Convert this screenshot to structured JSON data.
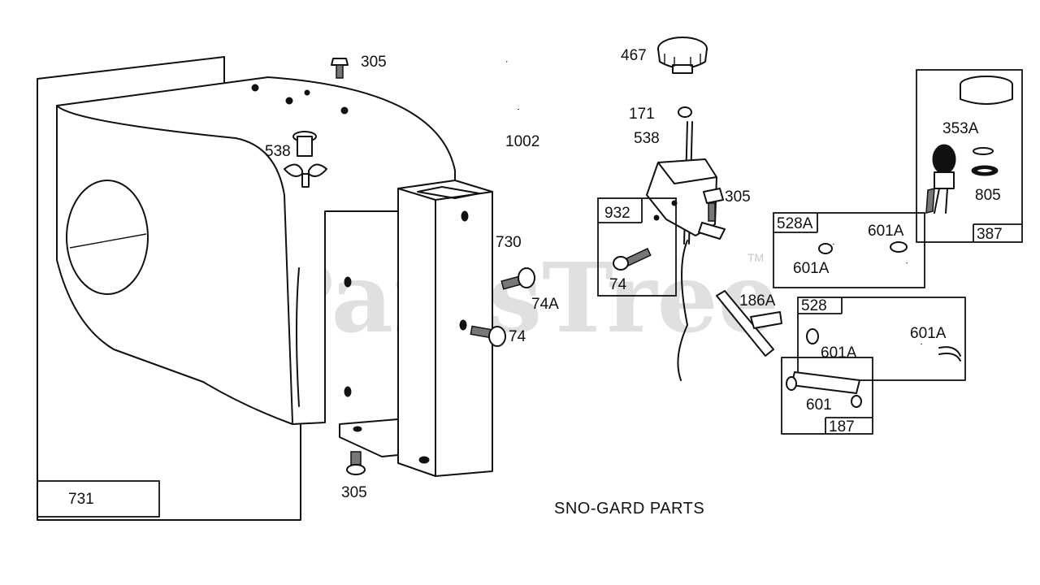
{
  "diagram": {
    "title": "SNO-GARD PARTS",
    "watermark": "PartsTree",
    "watermark_tm": "TM",
    "callouts": {
      "c305_top": "305",
      "c1002": "1002",
      "c467": "467",
      "c171": "171",
      "c538_right": "538",
      "c538_left": "538",
      "c305_mid": "305",
      "c730": "730",
      "c74A": "74A",
      "c74_bracket": "74",
      "c74_in_box": "74",
      "c305_bottom": "305",
      "c186A": "186A",
      "c353A": "353A",
      "c805": "805",
      "c601A_a": "601A",
      "c601A_b": "601A",
      "c601A_c": "601A",
      "c601A_d": "601A",
      "c601": "601"
    },
    "kit_boxes": {
      "k731": "731",
      "k932": "932",
      "k528A": "528A",
      "k387": "387",
      "k528": "528",
      "k187": "187"
    }
  }
}
